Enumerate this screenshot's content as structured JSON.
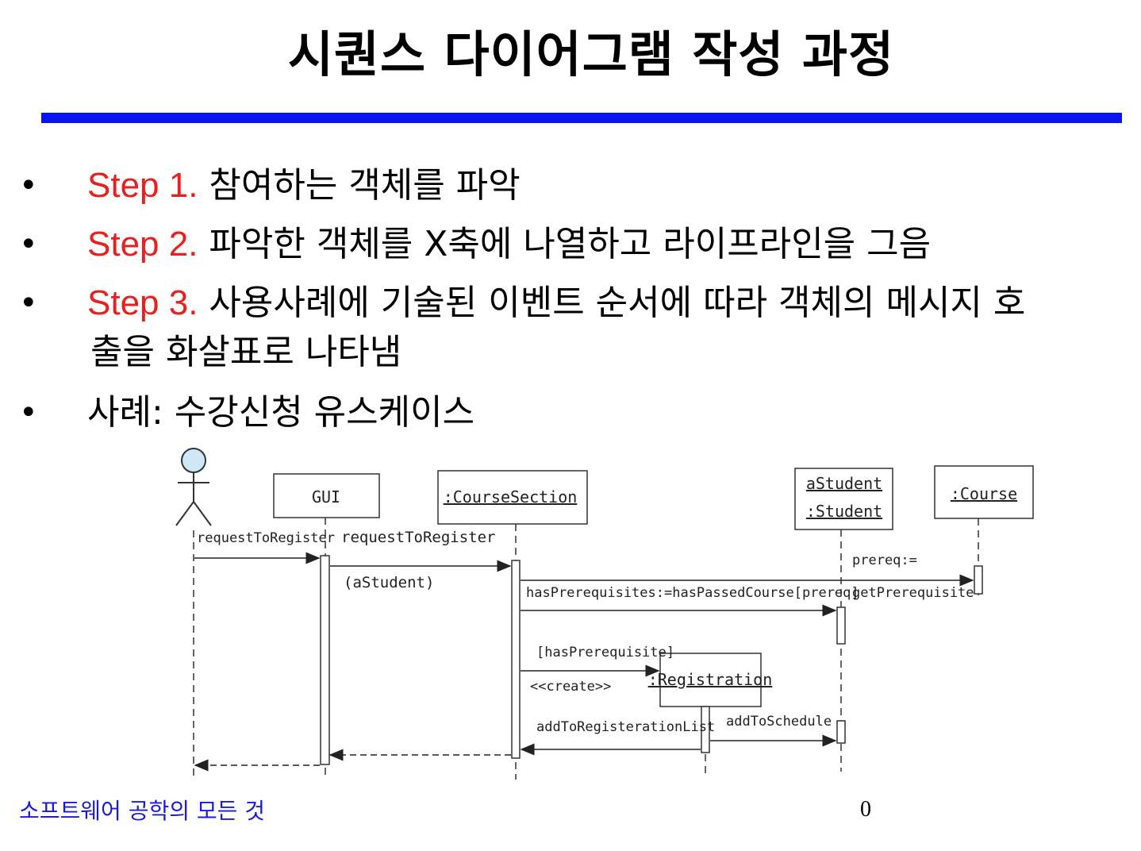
{
  "title": "시퀀스 다이어그램 작성 과정",
  "bullets": [
    {
      "marker": "•",
      "step": "Step 1.",
      "text": " 참여하는 객체를 파악"
    },
    {
      "marker": "•",
      "step": "Step 2.",
      "text": " 파악한 객체를 X축에 나열하고 라이프라인을 그음"
    },
    {
      "marker": "•",
      "step": "Step 3.",
      "text": " 사용사례에 기술된 이벤트 순서에 따라 객체의 메시지 호",
      "continuation": "출을 화살표로 나타냄"
    },
    {
      "marker": "•",
      "step": "",
      "text": "사례: 수강신청 유스케이스"
    }
  ],
  "diagram": {
    "objects": {
      "gui": "GUI",
      "course_section": ":CourseSection",
      "student_name": "aStudent",
      "student_type": ":Student",
      "course": ":Course",
      "registration": ":Registration"
    },
    "messages": {
      "m1": "requestToRegister",
      "m2": "requestToRegister",
      "m2_arg": "(aStudent)",
      "m3a": "prereq:=",
      "m3b": "getPrerequisite",
      "m4": "hasPrerequisites:=hasPassedCourse[prereq]",
      "m5_guard": "[hasPrerequisite]",
      "m5": "<<create>>",
      "m6": "addToRegisterationList",
      "m7": "addToSchedule"
    }
  },
  "footer": "소프트웨어 공학의 모든 것",
  "page_number": "0",
  "colors": {
    "rule": "#0a14ee",
    "step": "#e8201f",
    "footer": "#1b1bd6",
    "actor_fill": "#cfe8f7"
  }
}
